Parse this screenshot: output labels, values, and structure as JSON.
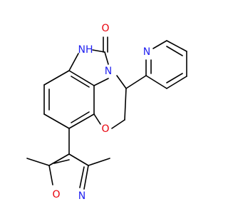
{
  "colors": {
    "background": "#ffffff",
    "bond": "#000000",
    "nitrogen": "#1f1ff0",
    "oxygen": "#e8000b"
  },
  "atom_labels": {
    "nh": "NH",
    "carbonyl_o": "O",
    "ring_n": "N",
    "pyridine_n": "N",
    "ether_o": "O",
    "isoxazole_o": "O",
    "isoxazole_n": "N"
  }
}
